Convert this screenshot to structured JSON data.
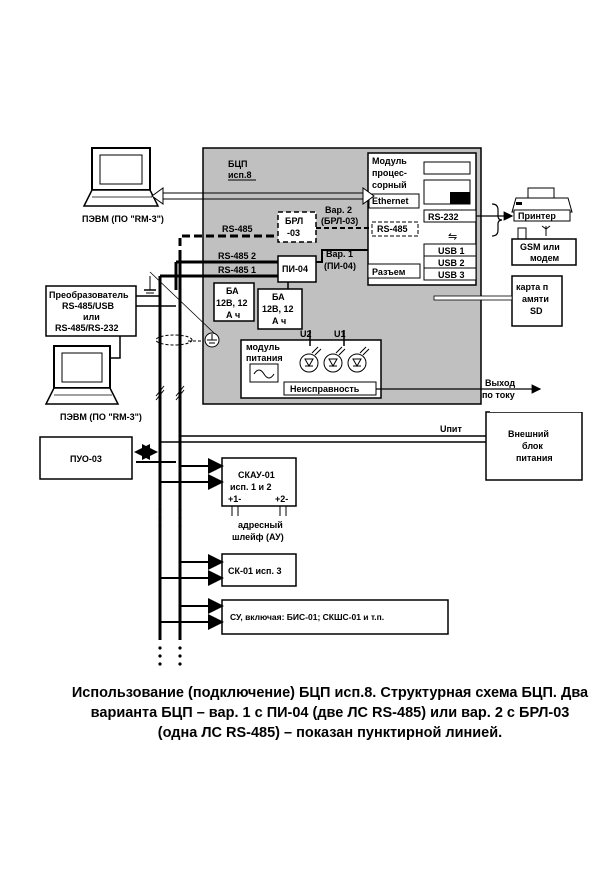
{
  "bcp": {
    "title": "БЦП",
    "subtitle": "исп.8"
  },
  "pc_top": "ПЭВМ (ПО \"RM-3\")",
  "pc_bottom": "ПЭВМ (ПО \"RM-3\")",
  "converter": [
    "Преобразователь",
    "RS-485/USB",
    "или",
    "RS-485/RS-232"
  ],
  "cpu_module": [
    "Модуль",
    "процес-",
    "сорный"
  ],
  "ethernet": "Ethernet",
  "rs232": "RS-232",
  "rs485_internal": "RS-485",
  "usb": [
    "USB 1",
    "USB 2",
    "USB 3"
  ],
  "connector": "Разъем",
  "printer": "Принтер",
  "gsm": [
    "GSM или",
    "модем"
  ],
  "sd_card": [
    "карта п",
    "амяти",
    "SD"
  ],
  "brl": [
    "БРЛ",
    "-03"
  ],
  "var2": [
    "Вар. 2",
    "(БРЛ-03)"
  ],
  "var1": [
    "Вар. 1",
    "(ПИ-04)"
  ],
  "pi04": "ПИ-04",
  "rs485_line": "RS-485",
  "rs485_2": "RS-485 2",
  "rs485_1": "RS-485 1",
  "battery": [
    "БА",
    "12В, 12",
    "А ч"
  ],
  "u2": "U2",
  "u1": "U1",
  "power_module": [
    "модуль",
    "питания"
  ],
  "fault": "Неисправность",
  "fault_out": [
    "Выход",
    "по току"
  ],
  "upit": "Uпит",
  "ext_power": [
    "Внешний",
    "блок",
    "питания"
  ],
  "puo": "ПУО-03",
  "skau": [
    "СКАУ-01",
    "исп. 1 и 2"
  ],
  "skau_terms": [
    "+1-",
    "+2-"
  ],
  "addr_loop": [
    "адресный",
    "шлейф (АУ)"
  ],
  "sk01": "СК-01 исп. 3",
  "su": "СУ, включая: БИС-01; СКШС-01 и т.п.",
  "caption": "Использование (подключение) БЦП исп.8. Структурная схема БЦП. Два варианта БЦП – вар. 1 с ПИ-04 (две ЛС RS-485) или вар. 2 с БРЛ-03 (одна ЛС RS-485) – показан пунктирной линией."
}
